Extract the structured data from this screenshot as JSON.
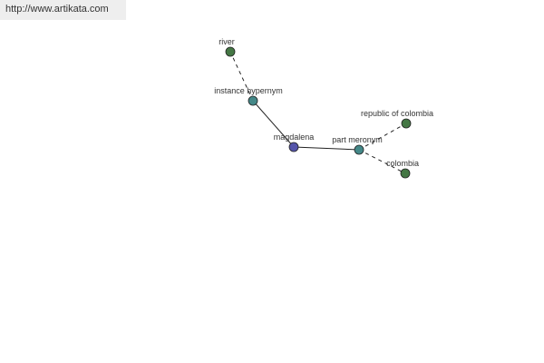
{
  "header": {
    "url": "http://www.artikata.com"
  },
  "graph": {
    "colors": {
      "center_node": "#5555aa",
      "relation_node": "#448888",
      "leaf_node": "#447744",
      "edge": "#222222",
      "node_stroke": "#222222"
    },
    "nodes": [
      {
        "id": "magdalena",
        "label": "magdalena",
        "kind": "center"
      },
      {
        "id": "instance-hypernym",
        "label": "instance hypernym",
        "kind": "relation"
      },
      {
        "id": "river",
        "label": "river",
        "kind": "leaf"
      },
      {
        "id": "part-meronym",
        "label": "part meronym",
        "kind": "relation"
      },
      {
        "id": "republic-of-colombia",
        "label": "republic of colombia",
        "kind": "leaf"
      },
      {
        "id": "colombia",
        "label": "colombia",
        "kind": "leaf"
      }
    ],
    "edges": [
      {
        "from": "magdalena",
        "to": "instance-hypernym",
        "style": "solid"
      },
      {
        "from": "magdalena",
        "to": "part-meronym",
        "style": "solid"
      },
      {
        "from": "instance-hypernym",
        "to": "river",
        "style": "dashed"
      },
      {
        "from": "part-meronym",
        "to": "republic-of-colombia",
        "style": "dashed"
      },
      {
        "from": "part-meronym",
        "to": "colombia",
        "style": "dashed"
      }
    ]
  }
}
